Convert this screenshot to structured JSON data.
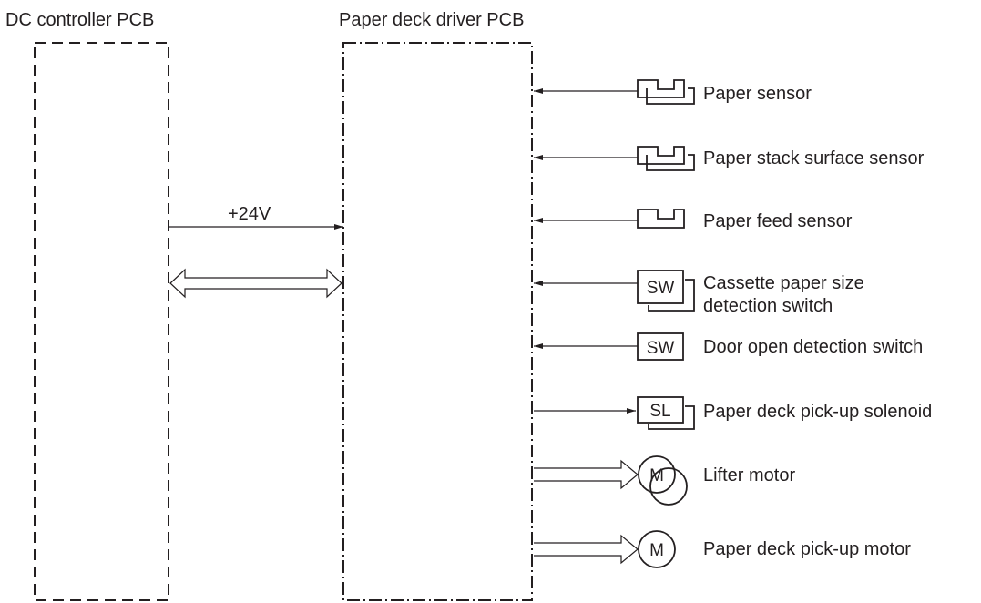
{
  "blocks": {
    "dc_controller": "DC controller PCB",
    "paper_deck_driver": "Paper deck driver PCB"
  },
  "power_label": "+24V",
  "symbols": {
    "switch": "SW",
    "solenoid": "SL",
    "motor": "M"
  },
  "components": [
    {
      "label": "Paper sensor"
    },
    {
      "label": "Paper stack surface sensor"
    },
    {
      "label": "Paper feed sensor"
    },
    {
      "label_line1": "Cassette paper size",
      "label_line2": "detection switch"
    },
    {
      "label": "Door open detection switch"
    },
    {
      "label": "Paper deck pick-up solenoid"
    },
    {
      "label": "Lifter motor"
    },
    {
      "label": "Paper deck pick-up motor"
    }
  ],
  "colors": {
    "line": "#231f20",
    "background": "#ffffff"
  }
}
